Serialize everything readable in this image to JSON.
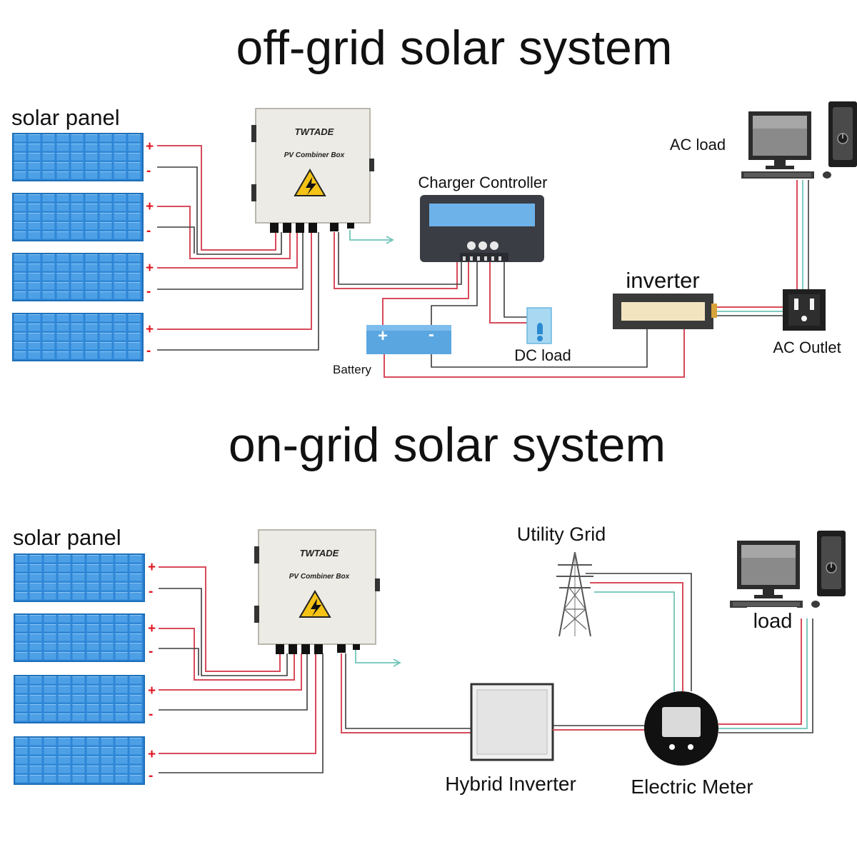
{
  "titles": {
    "off_grid": "off-grid solar system",
    "on_grid": "on-grid solar system"
  },
  "off_grid": {
    "solar_panel": "solar panel",
    "combiner_brand": "TWTADE",
    "combiner_name": "PV Combiner Box",
    "charger_controller": "Charger Controller",
    "battery": "Battery",
    "battery_plus": "+",
    "battery_minus": "-",
    "dc_load": "DC load",
    "inverter": "inverter",
    "ac_outlet": "AC Outlet",
    "ac_load": "AC load"
  },
  "on_grid": {
    "solar_panel": "solar panel",
    "combiner_brand": "TWTADE",
    "combiner_name": "PV Combiner Box",
    "utility_grid": "Utility Grid",
    "load": "load",
    "hybrid_inverter": "Hybrid Inverter",
    "electric_meter": "Electric Meter"
  },
  "terminals": {
    "plus": "+",
    "minus": "-"
  },
  "colors": {
    "panel_blue": "#2e86d6",
    "wire_red": "#d84a5a",
    "wire_dark": "#3c3c3c",
    "wire_green": "#6fc4b8",
    "box_beige": "#ecebe5",
    "controller_dark": "#3a3d44",
    "lcd_blue": "#6eb2ea",
    "battery_blue": "#5aa6e0"
  },
  "icons": [
    "solar-panel-icon",
    "combiner-box-icon",
    "lightning-warning-icon",
    "charge-controller-icon",
    "battery-icon",
    "dc-load-icon",
    "inverter-icon",
    "ac-outlet-icon",
    "computer-icon",
    "transmission-tower-icon",
    "hybrid-inverter-icon",
    "electric-meter-icon"
  ]
}
